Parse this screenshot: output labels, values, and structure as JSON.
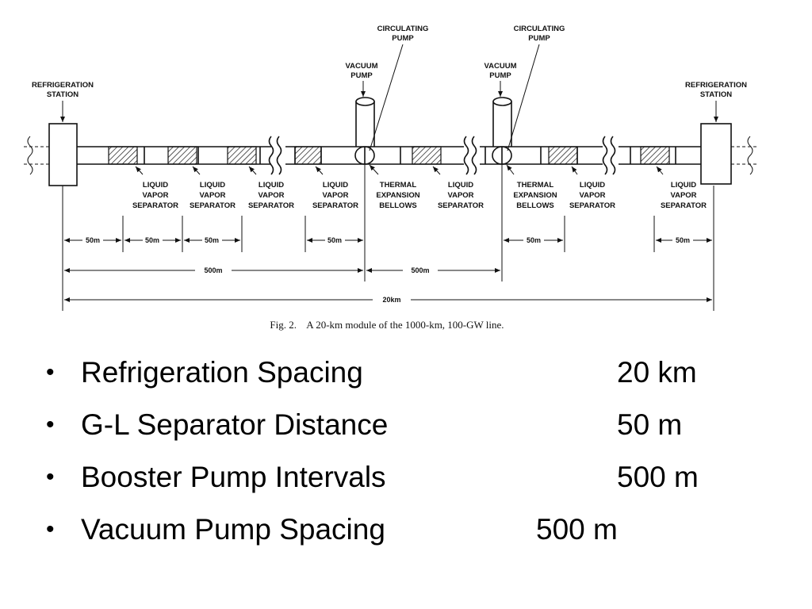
{
  "figure": {
    "station_left": "REFRIGERATION|STATION",
    "station_right": "REFRIGERATION|STATION",
    "circ_pump": "CIRCULATING|PUMP",
    "vacuum_pump": "VACUUM|PUMP",
    "lvs": "LIQUID|VAPOR|SEPARATOR",
    "teb": "THERMAL|EXPANSION|BELLOWS",
    "dim_50": "50m",
    "dim_500": "500m",
    "dim_20": "20km",
    "caption": "Fig. 2.    A 20-km module of the 1000-km, 100-GW line."
  },
  "bullets": [
    {
      "label": "Refrigeration Spacing",
      "value": "20 km"
    },
    {
      "label": "G-L Separator Distance",
      "value": "50 m"
    },
    {
      "label": "Booster Pump Intervals",
      "value": "500 m"
    },
    {
      "label": "Vacuum Pump Spacing",
      "value": "500 m"
    }
  ],
  "bullet_glyph": "•"
}
